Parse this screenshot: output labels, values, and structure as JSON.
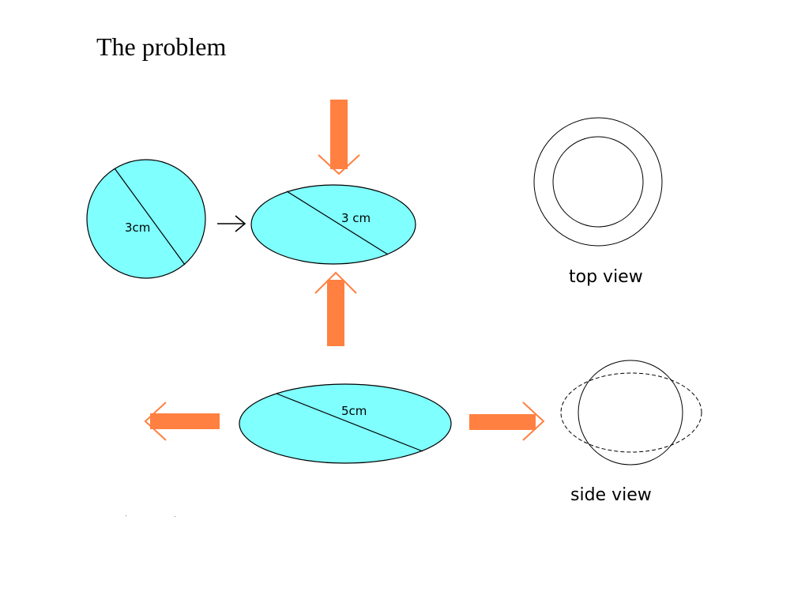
{
  "title": "The problem",
  "labels": {
    "sphere_diameter": "3cm",
    "squashed_diameter": "3 cm",
    "flattened_diameter": "5cm",
    "top_view": "top view",
    "side_view": "side view"
  },
  "colors": {
    "shape_fill": "#80ffff",
    "force_arrow": "#ff8040",
    "outline": "#000000"
  },
  "arrows": [
    "arrow-down",
    "arrow-up",
    "arrow-left",
    "arrow-right",
    "arrow-transform"
  ]
}
